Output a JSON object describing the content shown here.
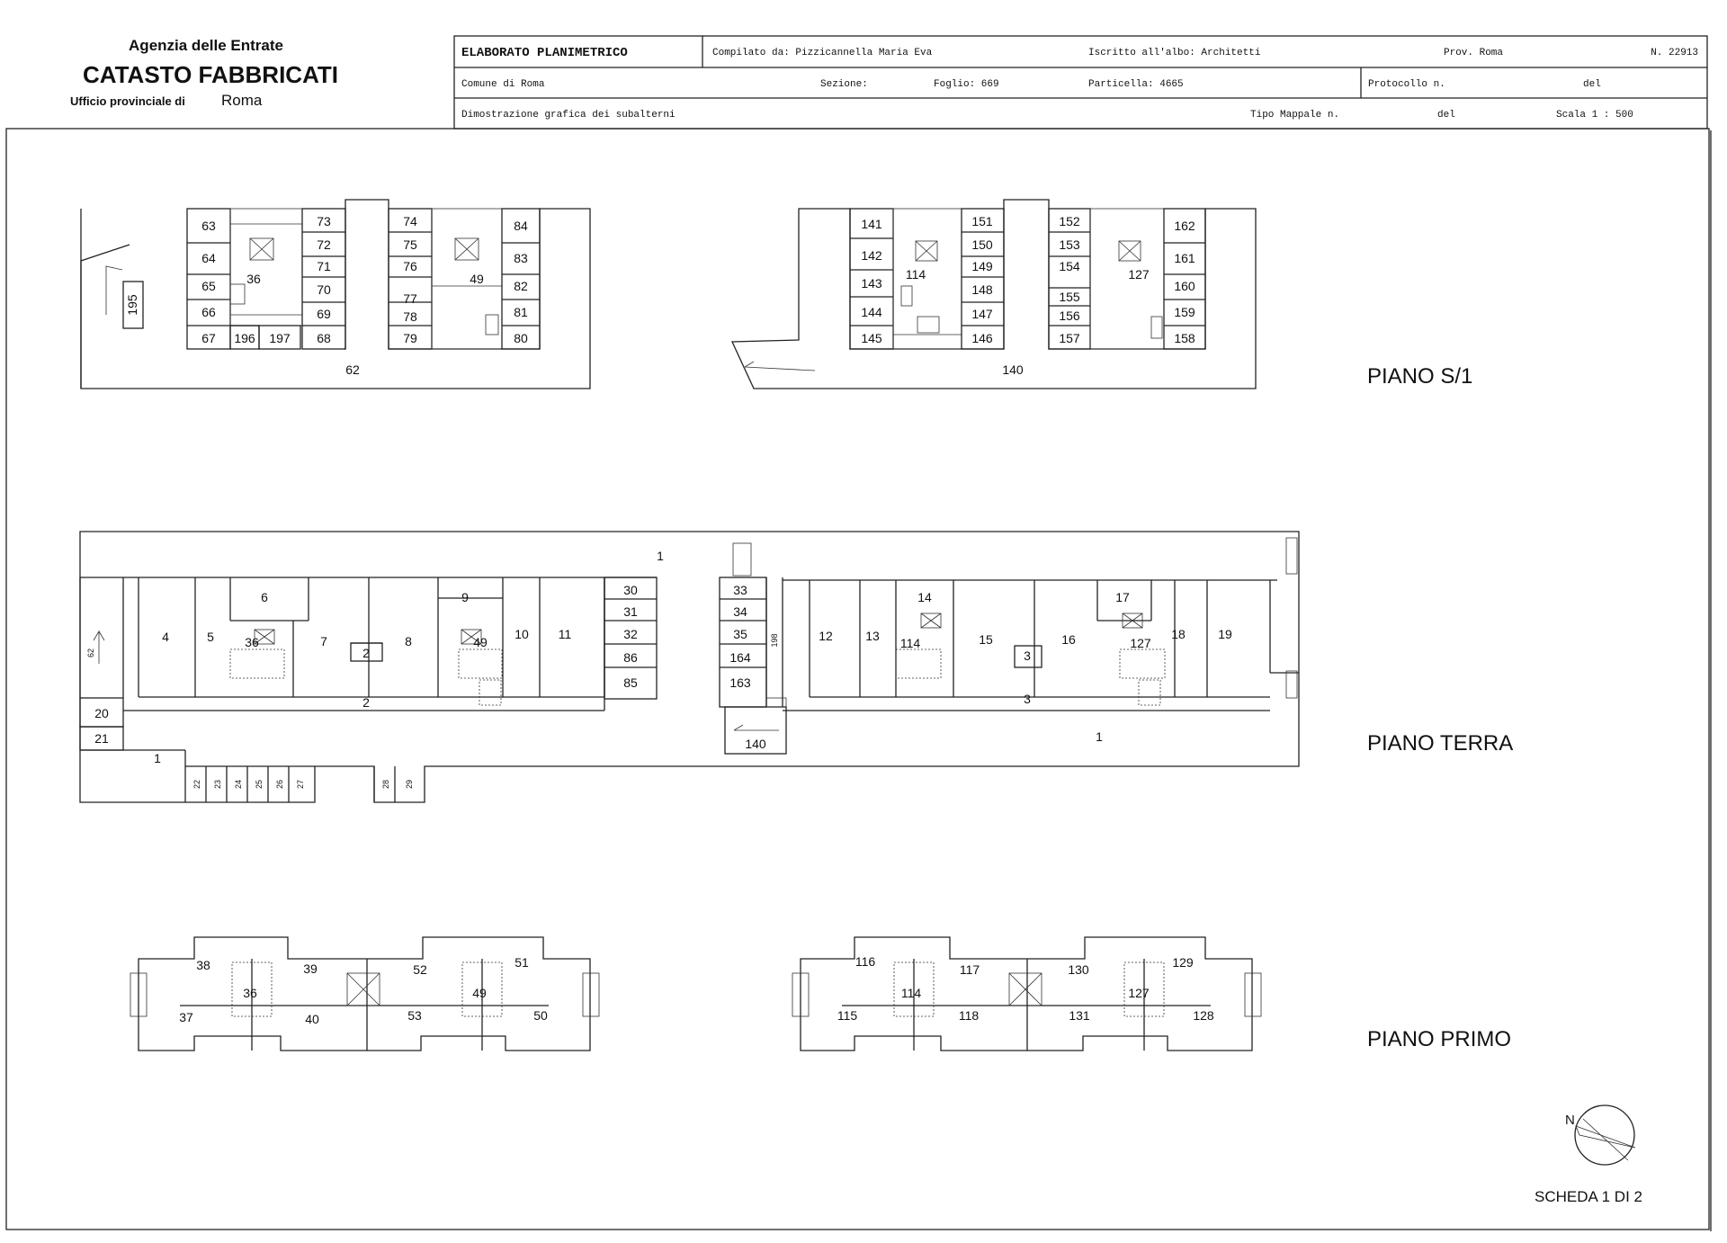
{
  "header": {
    "agency": "Agenzia delle Entrate",
    "catasto": "CATASTO FABBRICATI",
    "office_label": "Ufficio provinciale di",
    "office_city": "Roma",
    "title": "ELABORATO PLANIMETRICO",
    "compilato": "Compilato da: Pizzicannella Maria Eva",
    "iscritto": "Iscritto all'albo: Architetti",
    "prov": "Prov. Roma",
    "numero": "N. 22913",
    "comune": "Comune di Roma",
    "sezione": "Sezione:",
    "foglio": "Foglio: 669",
    "particella": "Particella: 4665",
    "protocollo": "Protocollo n.",
    "protocollo_del": "del",
    "dimostrazione": "Dimostrazione grafica dei subalterni",
    "tipo_mappale": "Tipo Mappale n.",
    "tipo_del": "del",
    "scala": "Scala 1 : 500"
  },
  "floors": {
    "s1": "PIANO S/1",
    "terra": "PIANO TERRA",
    "primo": "PIANO PRIMO"
  },
  "north": "N",
  "scheda": "SCHEDA 1 DI 2",
  "units": {
    "s1_west": [
      "63",
      "64",
      "65",
      "66",
      "67",
      "196",
      "197",
      "68",
      "73",
      "72",
      "71",
      "70",
      "69",
      "36",
      "74",
      "75",
      "76",
      "77",
      "78",
      "79",
      "49",
      "84",
      "83",
      "82",
      "81",
      "80",
      "62",
      "195"
    ],
    "s1_east": [
      "141",
      "142",
      "143",
      "144",
      "145",
      "114",
      "151",
      "150",
      "149",
      "148",
      "147",
      "146",
      "152",
      "153",
      "154",
      "155",
      "156",
      "157",
      "127",
      "162",
      "161",
      "160",
      "159",
      "158",
      "140"
    ],
    "terra": [
      "4",
      "5",
      "6",
      "36",
      "7",
      "2",
      "8",
      "9",
      "49",
      "10",
      "11",
      "2",
      "30",
      "31",
      "32",
      "86",
      "85",
      "1",
      "20",
      "21",
      "1",
      "22",
      "23",
      "24",
      "25",
      "26",
      "27",
      "28",
      "29",
      "62",
      "33",
      "34",
      "35",
      "164",
      "163",
      "198",
      "140",
      "12",
      "13",
      "14",
      "114",
      "15",
      "3",
      "16",
      "17",
      "127",
      "18",
      "19",
      "3",
      "1"
    ],
    "primo_west": [
      "38",
      "36",
      "39",
      "37",
      "40",
      "52",
      "49",
      "51",
      "53",
      "50"
    ],
    "primo_east": [
      "116",
      "114",
      "117",
      "115",
      "118",
      "130",
      "127",
      "129",
      "131",
      "128"
    ]
  }
}
